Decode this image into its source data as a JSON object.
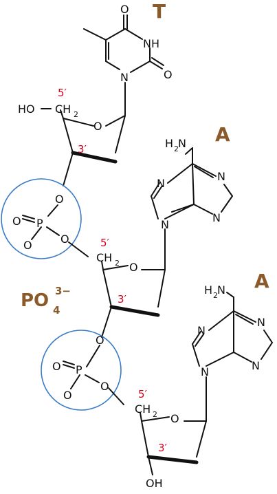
{
  "colors": {
    "base_label": "#8B5A2B",
    "prime_label": "#D0021B",
    "phosphate_circle": "#3A7BC8",
    "bond": "#111111"
  },
  "bases": {
    "thymine": "T",
    "adenine_1": "A",
    "adenine_2": "A"
  },
  "primes": {
    "five": "5′",
    "three": "3′"
  },
  "ion": {
    "main": "PO",
    "subscript": "4",
    "superscript": "3−"
  },
  "atoms": {
    "O": "O",
    "N": "N",
    "NH": "NH",
    "P": "P",
    "H": "H",
    "HO": "HO",
    "OH": "OH",
    "CH": "CH",
    "two": "2",
    "H2N_H": "H",
    "H2N_2": "2",
    "H2N_N": "N"
  }
}
